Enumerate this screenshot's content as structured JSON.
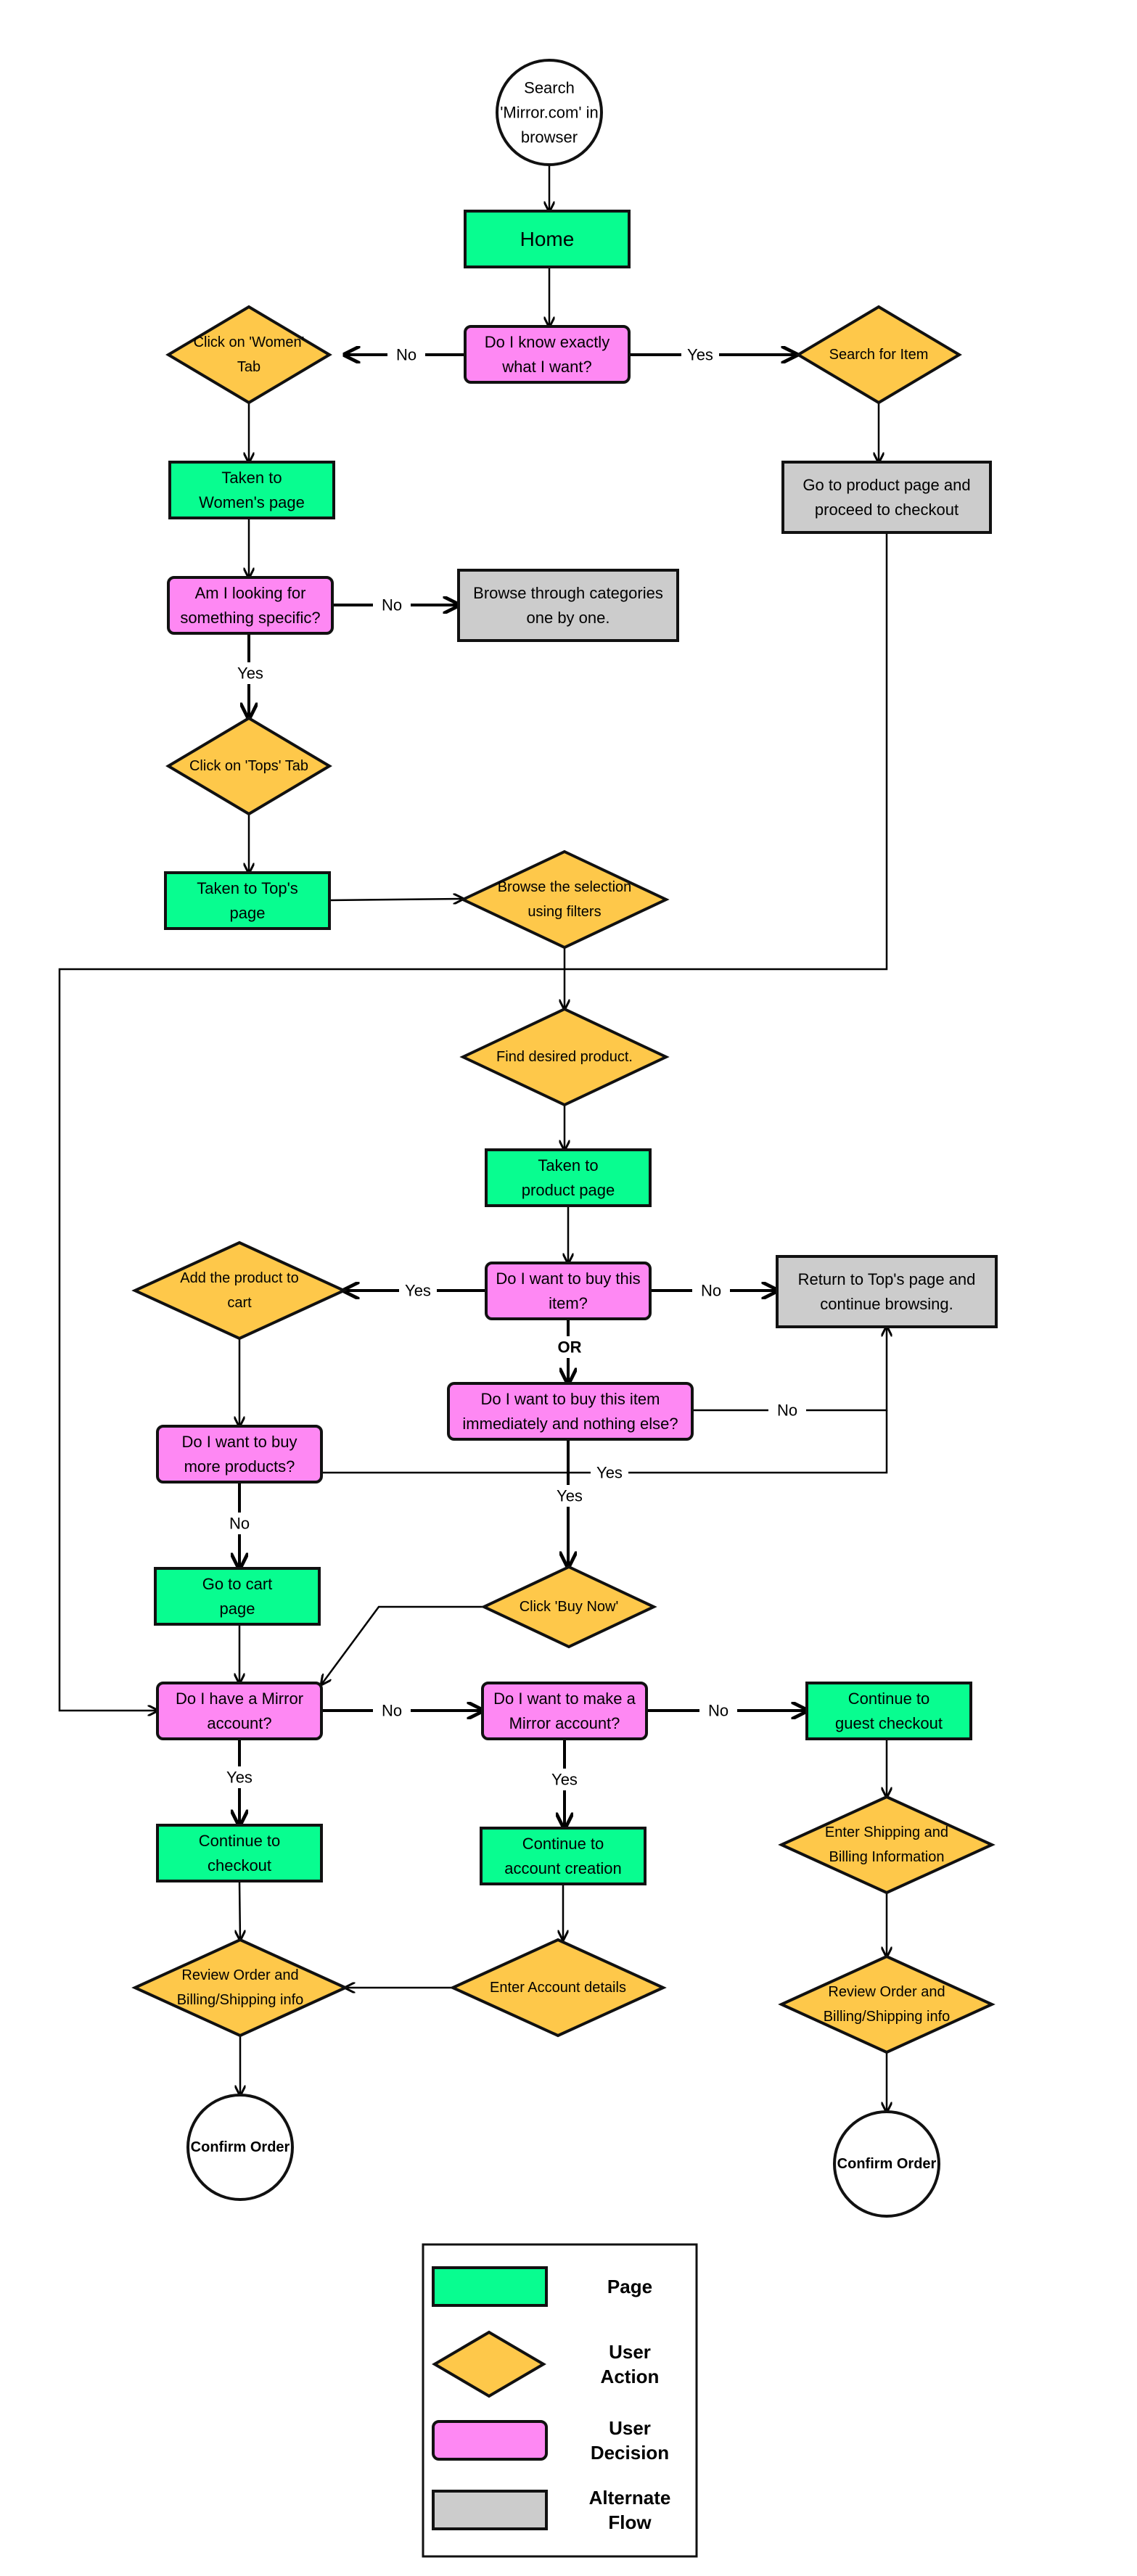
{
  "colors": {
    "page": "#08FD90",
    "action": "#FEC84A",
    "decision": "#FE88F3",
    "alternate": "#CCCCCC",
    "start_end": "#FFFFFF",
    "stroke": "#111111"
  },
  "nodes": {
    "start": {
      "lines": [
        "Search",
        "'Mirror.com' in",
        "browser"
      ]
    },
    "home": {
      "lines": [
        "Home"
      ]
    },
    "know_exactly": {
      "lines": [
        "Do I know exactly",
        "what I want?"
      ]
    },
    "click_women": {
      "lines": [
        "Click on 'Women'",
        "Tab"
      ]
    },
    "search_item": {
      "lines": [
        "Search for Item"
      ]
    },
    "womens_page": {
      "lines": [
        "Taken to",
        "Women's page"
      ]
    },
    "goto_product_checkout": {
      "lines": [
        "Go to product page and",
        "proceed to checkout"
      ]
    },
    "looking_specific": {
      "lines": [
        "Am I looking for",
        "something specific?"
      ]
    },
    "browse_categories": {
      "lines": [
        "Browse through categories",
        "one by one."
      ]
    },
    "click_tops": {
      "lines": [
        "Click on 'Tops' Tab"
      ]
    },
    "tops_page": {
      "lines": [
        "Taken to Top's",
        "page"
      ]
    },
    "browse_filters": {
      "lines": [
        "Browse the selection",
        "using filters"
      ]
    },
    "find_product": {
      "lines": [
        "Find desired product."
      ]
    },
    "product_page": {
      "lines": [
        "Taken to",
        "product page"
      ]
    },
    "want_buy": {
      "lines": [
        "Do I want to buy this",
        "item?"
      ]
    },
    "add_cart": {
      "lines": [
        "Add the product to",
        "cart"
      ]
    },
    "return_tops": {
      "lines": [
        "Return to Top's page and",
        "continue browsing."
      ]
    },
    "buy_immediately": {
      "lines": [
        "Do I want to buy this item",
        "immediately and nothing else?"
      ]
    },
    "buy_more": {
      "lines": [
        "Do I want to buy",
        "more products?"
      ]
    },
    "cart_page": {
      "lines": [
        "Go to cart",
        "page"
      ]
    },
    "buy_now": {
      "lines": [
        "Click 'Buy Now'"
      ]
    },
    "have_account": {
      "lines": [
        "Do I have a Mirror",
        "account?"
      ]
    },
    "make_account": {
      "lines": [
        "Do I want to make a",
        "Mirror account?"
      ]
    },
    "guest_checkout": {
      "lines": [
        "Continue to",
        "guest checkout"
      ]
    },
    "continue_checkout": {
      "lines": [
        "Continue to",
        "checkout"
      ]
    },
    "account_creation": {
      "lines": [
        "Continue to",
        "account creation"
      ]
    },
    "enter_shipping": {
      "lines": [
        "Enter Shipping and",
        "Billing Information"
      ]
    },
    "review_left": {
      "lines": [
        "Review Order and",
        "Billing/Shipping info"
      ]
    },
    "enter_account": {
      "lines": [
        "Enter Account details"
      ]
    },
    "review_right": {
      "lines": [
        "Review Order and",
        "Billing/Shipping info"
      ]
    },
    "confirm_left": {
      "lines": [
        "Confirm Order"
      ]
    },
    "confirm_right": {
      "lines": [
        "Confirm Order"
      ]
    }
  },
  "edge_labels": {
    "know_no": "No",
    "know_yes": "Yes",
    "specific_no": "No",
    "specific_yes": "Yes",
    "buy_yes": "Yes",
    "buy_no": "No",
    "or": "OR",
    "immediate_no": "No",
    "immediate_yes_right": "Yes",
    "immediate_yes_down": "Yes",
    "more_no": "No",
    "account_no": "No",
    "make_no": "No",
    "account_yes": "Yes",
    "make_yes": "Yes"
  },
  "legend": {
    "page": {
      "lines": [
        "Page"
      ]
    },
    "action": {
      "lines": [
        "User",
        "Action"
      ]
    },
    "decision": {
      "lines": [
        "User",
        "Decision"
      ]
    },
    "alternate": {
      "lines": [
        "Alternate",
        "Flow"
      ]
    }
  }
}
